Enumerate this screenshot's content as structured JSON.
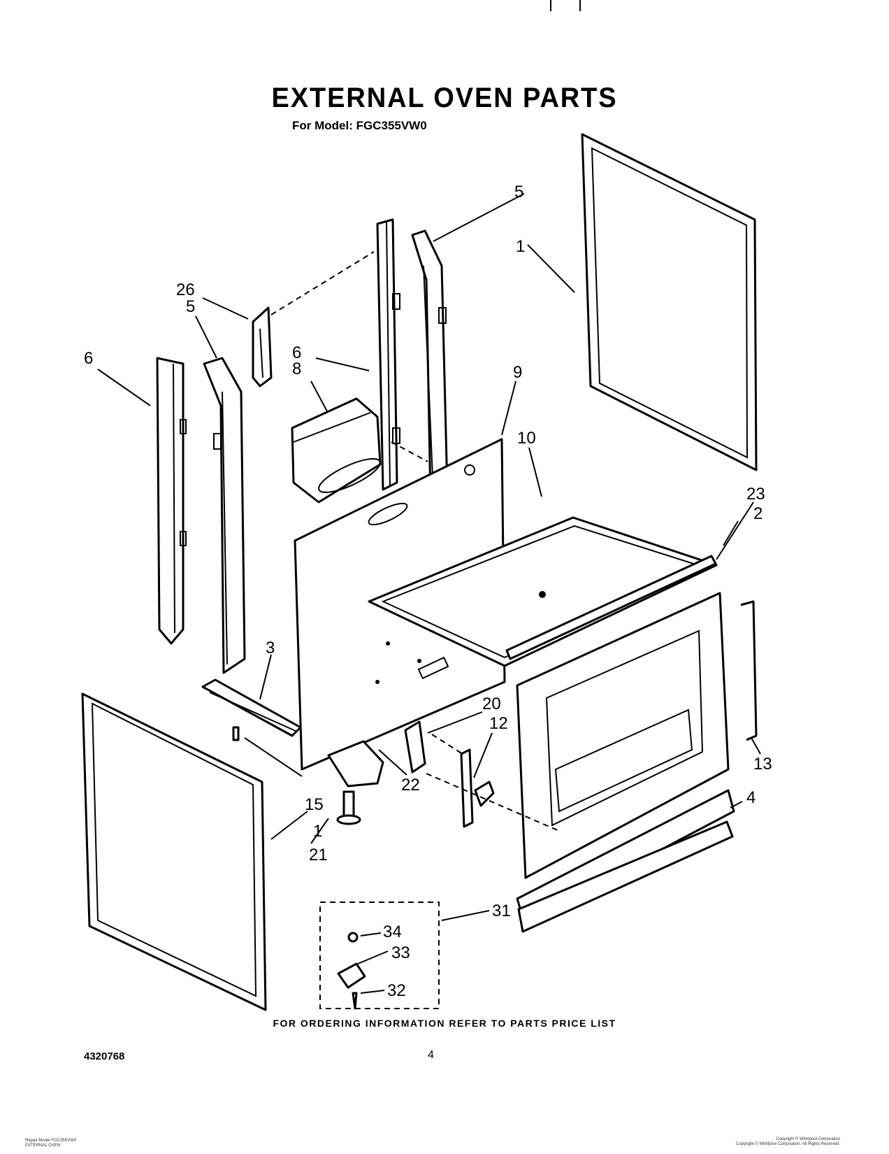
{
  "title": "EXTERNAL OVEN PARTS",
  "subtitle": "For Model: FGC355VW0",
  "footer": "FOR ORDERING INFORMATION REFER TO PARTS PRICE LIST",
  "doc_number": "4320768",
  "page_number": "4",
  "small_print_left": [
    "Repair Model FGC355VW0",
    "EXTERNAL OVEN"
  ],
  "small_print_right": [
    "Copyright © Whirlpool Corporation",
    "Copyright © Whirlpool Corporation. All Rights Reserved."
  ],
  "callouts": [
    {
      "id": "c1a",
      "label": "1"
    },
    {
      "id": "c1b",
      "label": "1"
    },
    {
      "id": "c2",
      "label": "2"
    },
    {
      "id": "c3",
      "label": "3"
    },
    {
      "id": "c4",
      "label": "4"
    },
    {
      "id": "c5a",
      "label": "5"
    },
    {
      "id": "c5b",
      "label": "5"
    },
    {
      "id": "c6a",
      "label": "6"
    },
    {
      "id": "c6b",
      "label": "6"
    },
    {
      "id": "c8",
      "label": "8"
    },
    {
      "id": "c9",
      "label": "9"
    },
    {
      "id": "c10",
      "label": "10"
    },
    {
      "id": "c12",
      "label": "12"
    },
    {
      "id": "c13",
      "label": "13"
    },
    {
      "id": "c15",
      "label": "15"
    },
    {
      "id": "c20",
      "label": "20"
    },
    {
      "id": "c21",
      "label": "21"
    },
    {
      "id": "c22",
      "label": "22"
    },
    {
      "id": "c23",
      "label": "23"
    },
    {
      "id": "c26",
      "label": "26"
    },
    {
      "id": "c31",
      "label": "31"
    },
    {
      "id": "c32",
      "label": "32"
    },
    {
      "id": "c33",
      "label": "33"
    },
    {
      "id": "c34",
      "label": "34"
    }
  ]
}
